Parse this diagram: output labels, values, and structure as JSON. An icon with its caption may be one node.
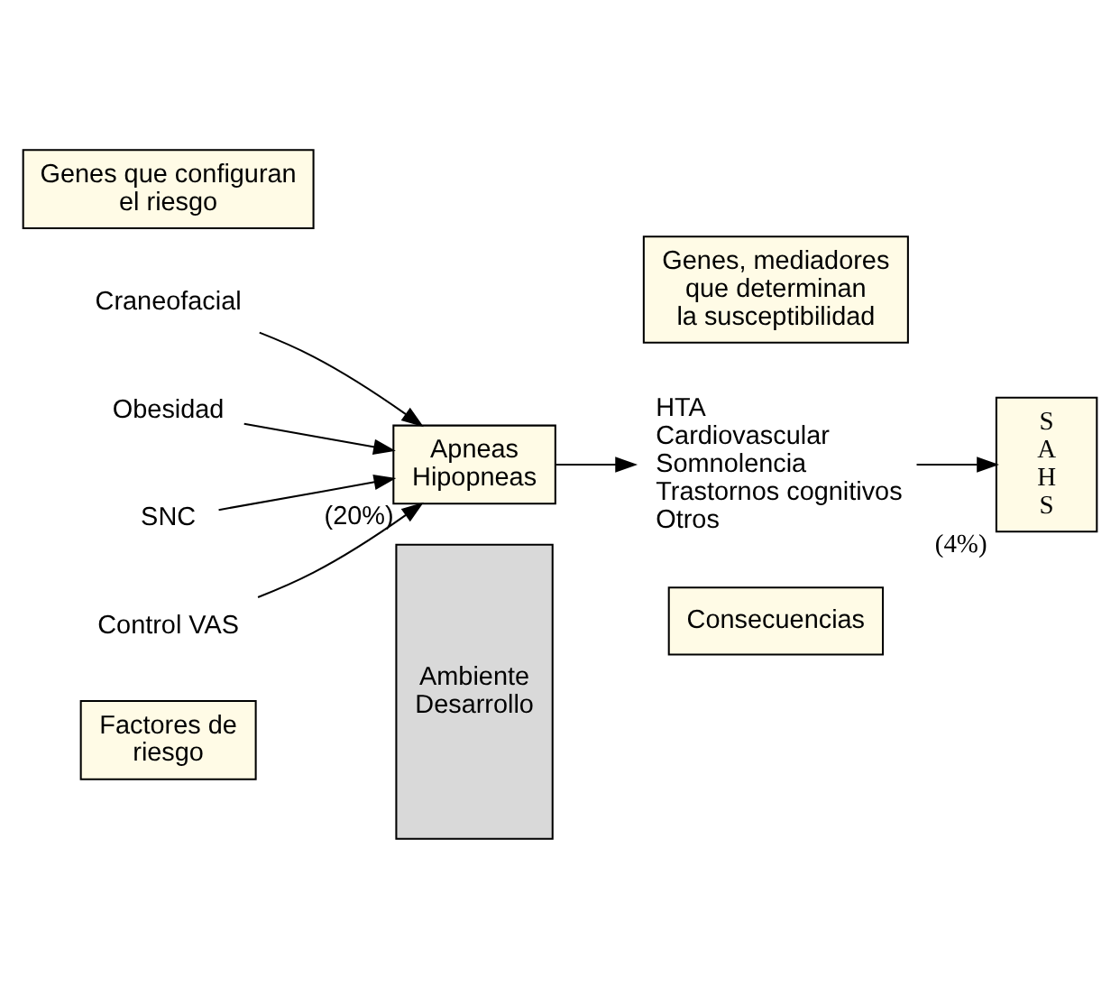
{
  "diagram": {
    "nodes": [
      {
        "text": [
          "Factores de riesgo"
        ]
      },
      {
        "text": [
          "Consecuencias"
        ]
      },
      {
        "text": [
          "Ambiente Desarrollo"
        ]
      },
      {
        "text": [
          "Craneofacial"
        ]
      },
      {
        "text": [
          "Obesidad"
        ]
      },
      {
        "text": [
          "SNC"
        ]
      },
      {
        "text": [
          "Control VAS"
        ]
      },
      {
        "text": [
          "Apneas Hipopneas"
        ],
        "beside": [
          "(20%)"
        ]
      },
      {
        "text": [
          "HTA",
          "Cardiovascular",
          "Somnolencia",
          "Trastornos cognitivos",
          "Otros"
        ]
      },
      {
        "text": [
          "S A H S"
        ],
        "beside": [
          "(4%)"
        ]
      },
      {
        "text": [
          "Genes que configuran el riesgo"
        ]
      },
      {
        "text": [
          "Genes, mediadores que determinan la susceptibilidad"
        ]
      }
    ],
    "edges": [
      {
        "from": 3,
        "to": 7,
        "arrow": "to"
      },
      {
        "from": 4,
        "to": 7,
        "arrow": "to"
      },
      {
        "from": 5,
        "to": 7,
        "arrow": "to"
      },
      {
        "from": 6,
        "to": 7,
        "arrow": "to"
      },
      {
        "from": 7,
        "to": 8,
        "arrow": "to"
      },
      {
        "from": 8,
        "to": 9,
        "arrow": "to"
      }
    ]
  }
}
